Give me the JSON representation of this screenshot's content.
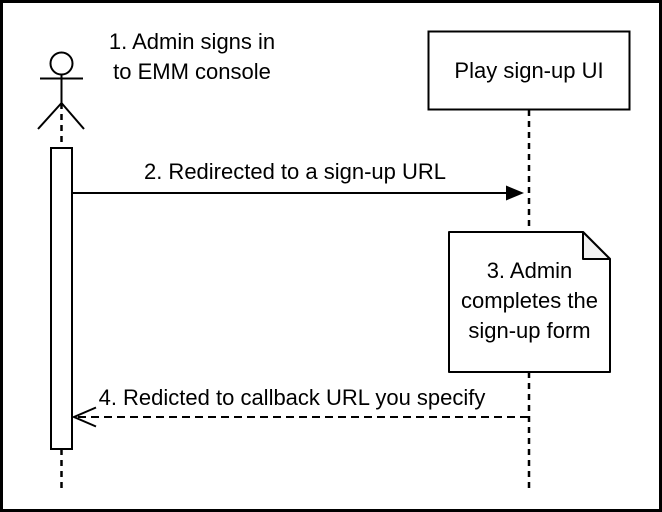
{
  "diagram_type": "sequence-diagram",
  "colors": {
    "line": "#000000",
    "background": "#ffffff",
    "shape_fill": "#ffffff",
    "note_fold_fill": "#f2f2f2"
  },
  "participants": {
    "play_signup_ui": "Play sign-up UI"
  },
  "messages": {
    "step1": {
      "line1": "1. Admin signs in",
      "line2": "to EMM console"
    },
    "step2": {
      "label": "2. Redirected to a sign-up URL"
    },
    "step3": {
      "line1": "3. Admin",
      "line2": "completes the",
      "line3": "sign-up form"
    },
    "step4": {
      "label": "4. Redicted to callback URL you specify"
    }
  }
}
